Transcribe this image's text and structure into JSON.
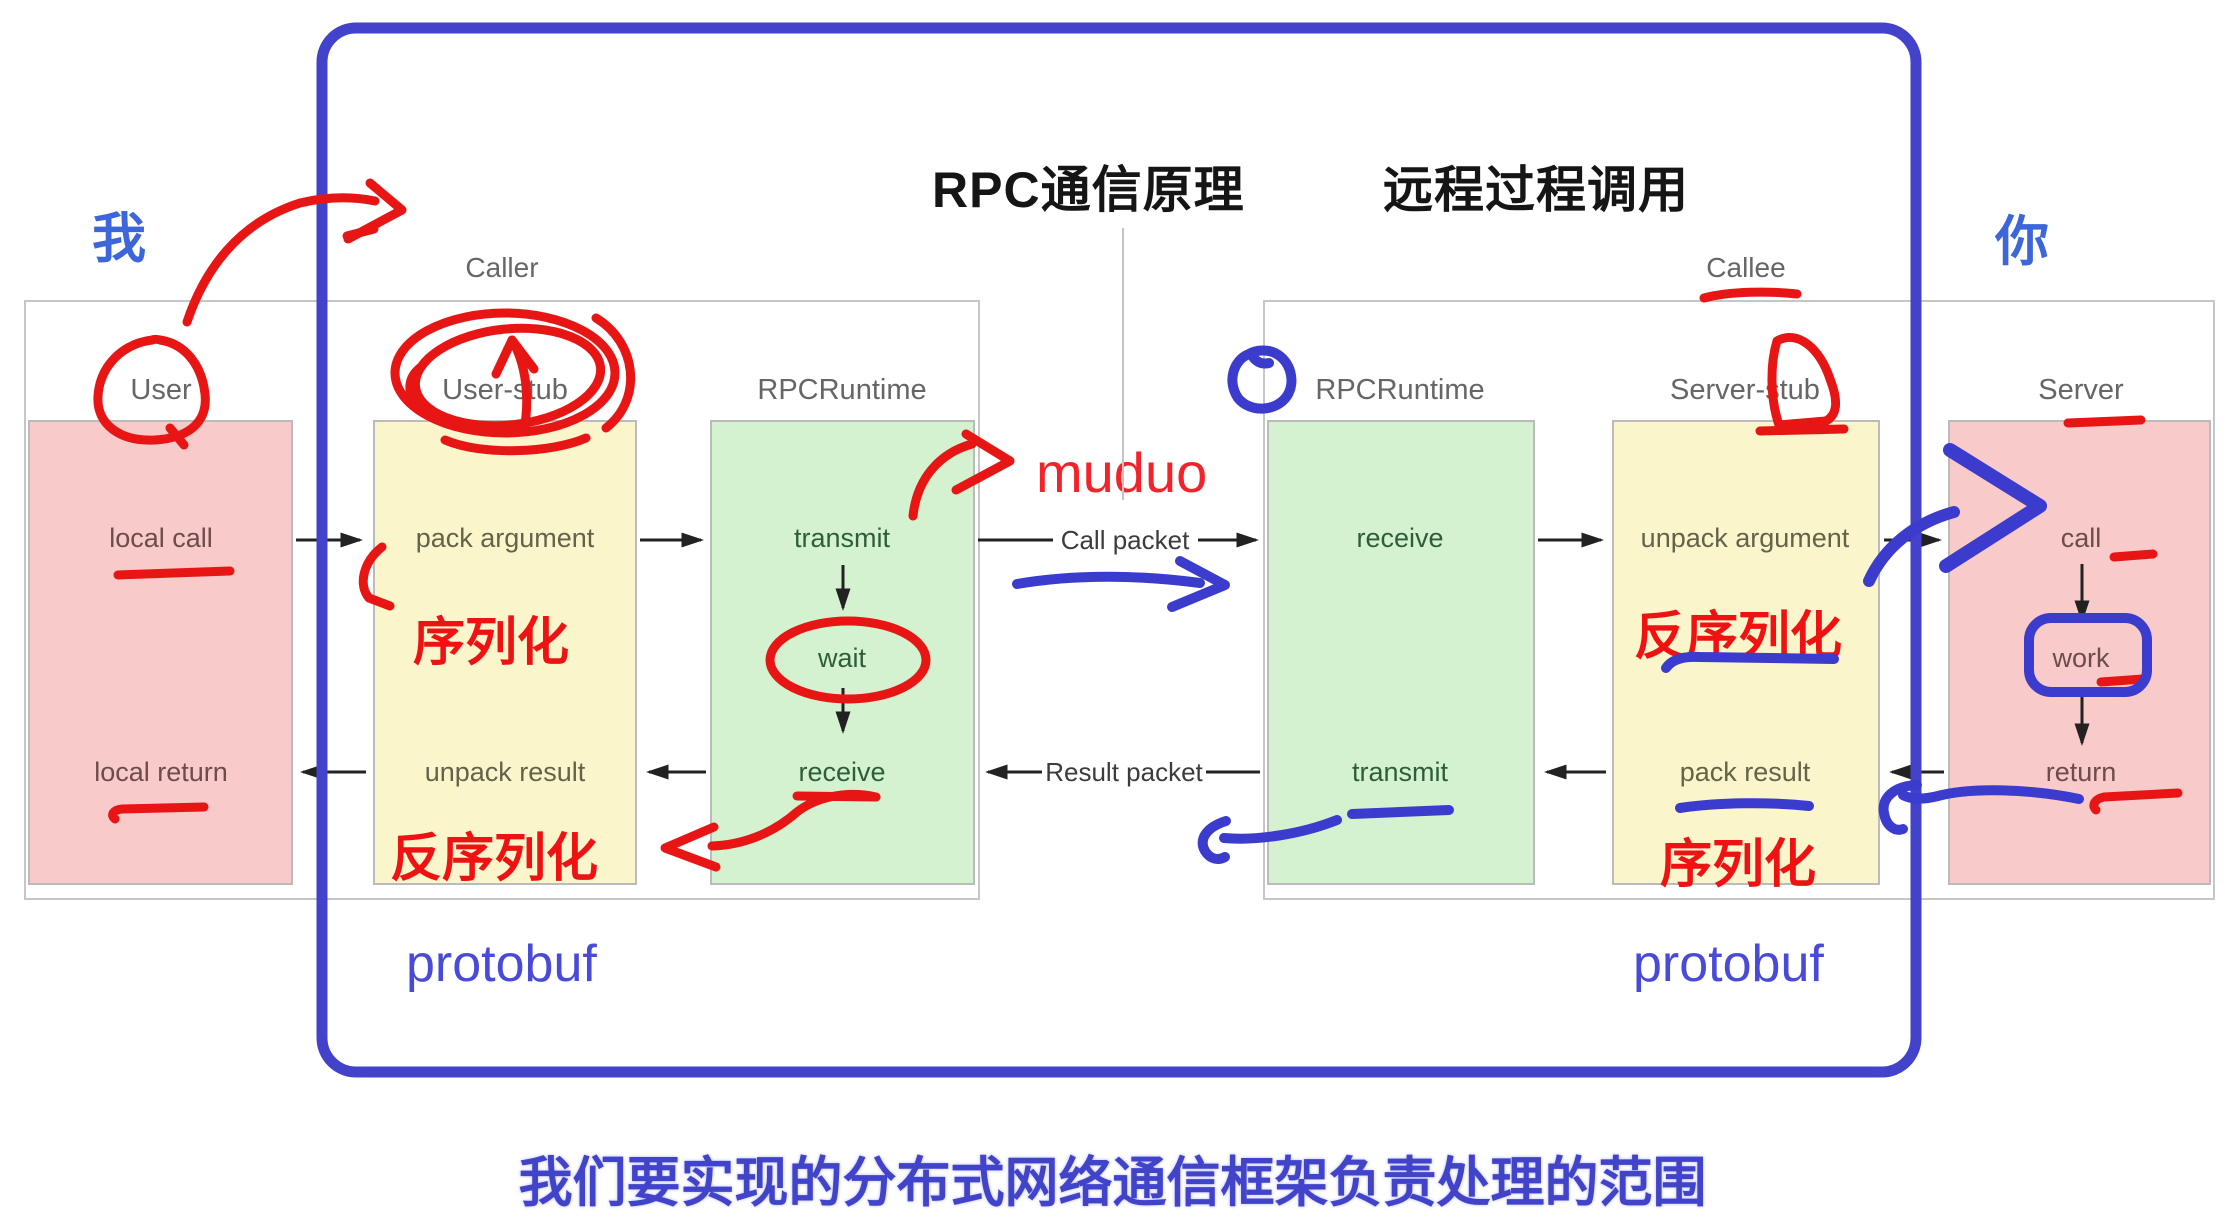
{
  "title": {
    "left": "RPC通信原理",
    "right": "远程过程调用"
  },
  "side_labels": {
    "me": "我",
    "you": "你"
  },
  "groups": {
    "caller": "Caller",
    "callee": "Callee"
  },
  "columns": [
    {
      "label": "User",
      "items": {
        "call": "local call",
        "ret": "local return"
      }
    },
    {
      "label": "User-stub",
      "items": {
        "pack": "pack argument",
        "unpack": "unpack result"
      }
    },
    {
      "label": "RPCRuntime",
      "items": {
        "transmit": "transmit",
        "wait": "wait",
        "receive": "receive"
      }
    },
    {
      "label": "RPCRuntime",
      "items": {
        "receive": "receive",
        "transmit": "transmit"
      }
    },
    {
      "label": "Server-stub",
      "items": {
        "unpack": "unpack argument",
        "pack": "pack result"
      }
    },
    {
      "label": "Server",
      "items": {
        "call": "call",
        "work": "work",
        "ret": "return"
      }
    }
  ],
  "packet_labels": {
    "call": "Call packet",
    "result": "Result packet"
  },
  "red_notes": {
    "serialize_left": "序列化",
    "deserialize_left": "反序列化",
    "deserialize_right": "反序列化",
    "serialize_right": "序列化",
    "muduo": "muduo"
  },
  "blue_notes": {
    "protobuf_left": "protobuf",
    "protobuf_right": "protobuf"
  },
  "footer": "我们要实现的分布式网络通信框架负责处理的范围",
  "colors": {
    "user_server_box": "#f8caca",
    "stub_box": "#fbf5cb",
    "runtime_box": "#d4f2cf",
    "annotation_red": "#e81515",
    "annotation_blue": "#3b3bcd",
    "frame_blue": "#4242cb",
    "title_black": "#151515",
    "footer_blue": "#4144c9",
    "label_gray": "#666666"
  }
}
